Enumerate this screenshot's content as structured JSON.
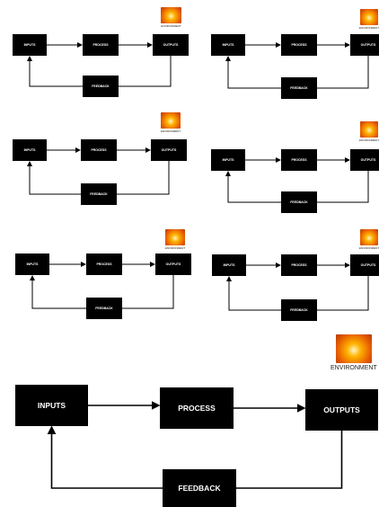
{
  "labels": {
    "inputs": "INPUTS",
    "process": "PROCESS",
    "outputs": "OUTPUTS",
    "feedback": "FEEDBACK",
    "environment": "ENVIRONMENT"
  },
  "colors": {
    "box": "#000000",
    "box_text": "#ffffff",
    "arrow": "#000000",
    "sun_center": "#fff6c8",
    "sun_mid": "#ffb300",
    "sun_outer": "#e65c00"
  },
  "icons": {
    "environment": "sunburst-icon"
  }
}
